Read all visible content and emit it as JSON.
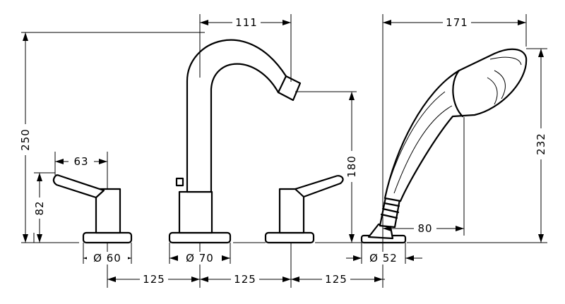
{
  "dimensions": {
    "spout_reach": "111",
    "shower_length": "171",
    "total_height": "250",
    "shower_height": "232",
    "handle_reach": "63",
    "spout_height": "180",
    "handle_height": "82",
    "shower_base_offset": "80",
    "handle_base_diameter": "Ø 60",
    "spout_base_diameter": "Ø 70",
    "shower_base_diameter": "Ø 52",
    "spacing_1": "125",
    "spacing_2": "125",
    "spacing_3": "125"
  }
}
